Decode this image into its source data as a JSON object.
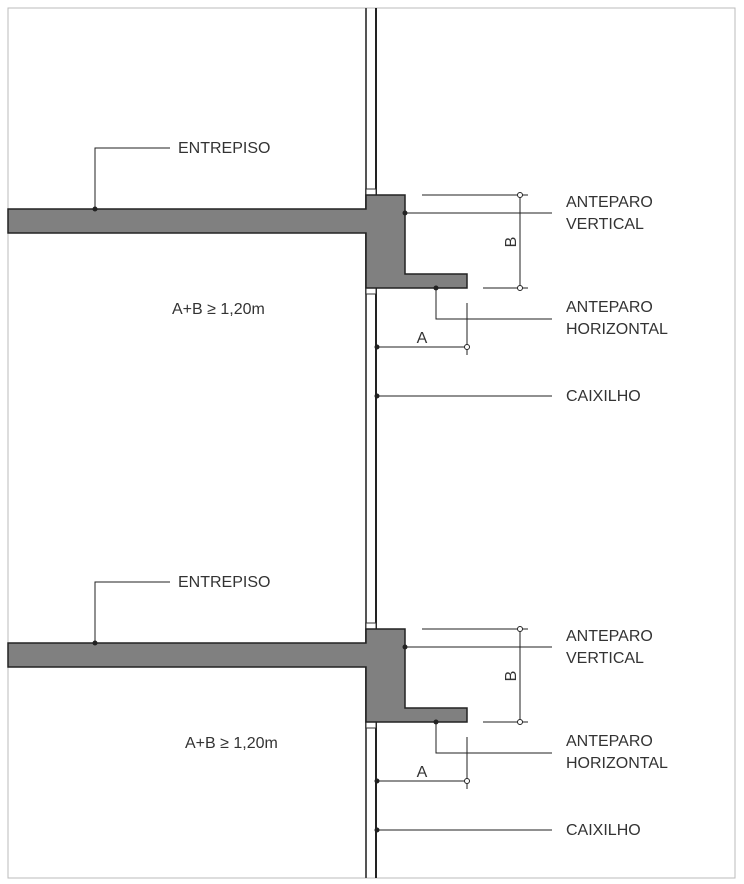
{
  "labels": {
    "entrepiso": "ENTREPISO",
    "anteparo_vertical_1": "ANTEPARO",
    "anteparo_vertical_2": "VERTICAL",
    "anteparo_horizontal_1": "ANTEPARO",
    "anteparo_horizontal_2": "HORIZONTAL",
    "caixilho": "CAIXILHO",
    "formula": "A+B ≥ 1,20m",
    "dim_a": "A",
    "dim_b": "B"
  },
  "colors": {
    "slab": "#808080",
    "line": "#222222"
  }
}
